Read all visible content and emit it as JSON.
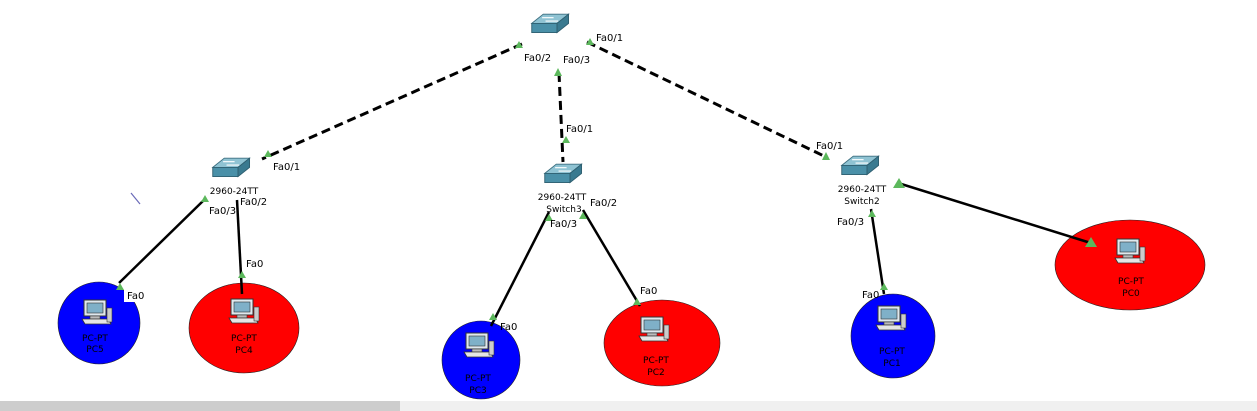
{
  "colors": {
    "vlan_red": "#ff0000",
    "vlan_blue": "#0000ff",
    "link": "#000000",
    "port_up": "#5cb85c"
  },
  "devices": {
    "root_switch": {
      "model": "",
      "name": ""
    },
    "switch_left": {
      "model": "2960-24TT",
      "name": ""
    },
    "switch_mid": {
      "model": "2960-24TT",
      "name": "Switch3"
    },
    "switch_right": {
      "model": "2960-24TT",
      "name": "Switch2"
    },
    "pc5": {
      "type": "PC-PT",
      "name": "PC5",
      "vlan": "blue"
    },
    "pc4": {
      "type": "PC-PT",
      "name": "PC4",
      "vlan": "red"
    },
    "pc3": {
      "type": "PC-PT",
      "name": "PC3",
      "vlan": "blue"
    },
    "pc2": {
      "type": "PC-PT",
      "name": "PC2",
      "vlan": "red"
    },
    "pc1": {
      "type": "PC-PT",
      "name": "PC1",
      "vlan": "blue"
    },
    "pc0": {
      "type": "PC-PT",
      "name": "PC0",
      "vlan": "red"
    }
  },
  "ports": {
    "root_fa01": "Fa0/1",
    "root_fa02": "Fa0/2",
    "root_fa03": "Fa0/3",
    "left_fa01": "Fa0/1",
    "left_fa02": "Fa0/2",
    "left_fa03": "Fa0/3",
    "mid_fa01": "Fa0/1",
    "mid_fa02": "Fa0/2",
    "mid_fa03": "Fa0/3",
    "right_fa01": "Fa0/1",
    "right_fa03": "Fa0/3",
    "pc5_fa0": "Fa0",
    "pc4_fa0": "Fa0",
    "pc3_fa0": "Fa0",
    "pc2_fa0": "Fa0",
    "pc1_fa0": "Fa0"
  }
}
